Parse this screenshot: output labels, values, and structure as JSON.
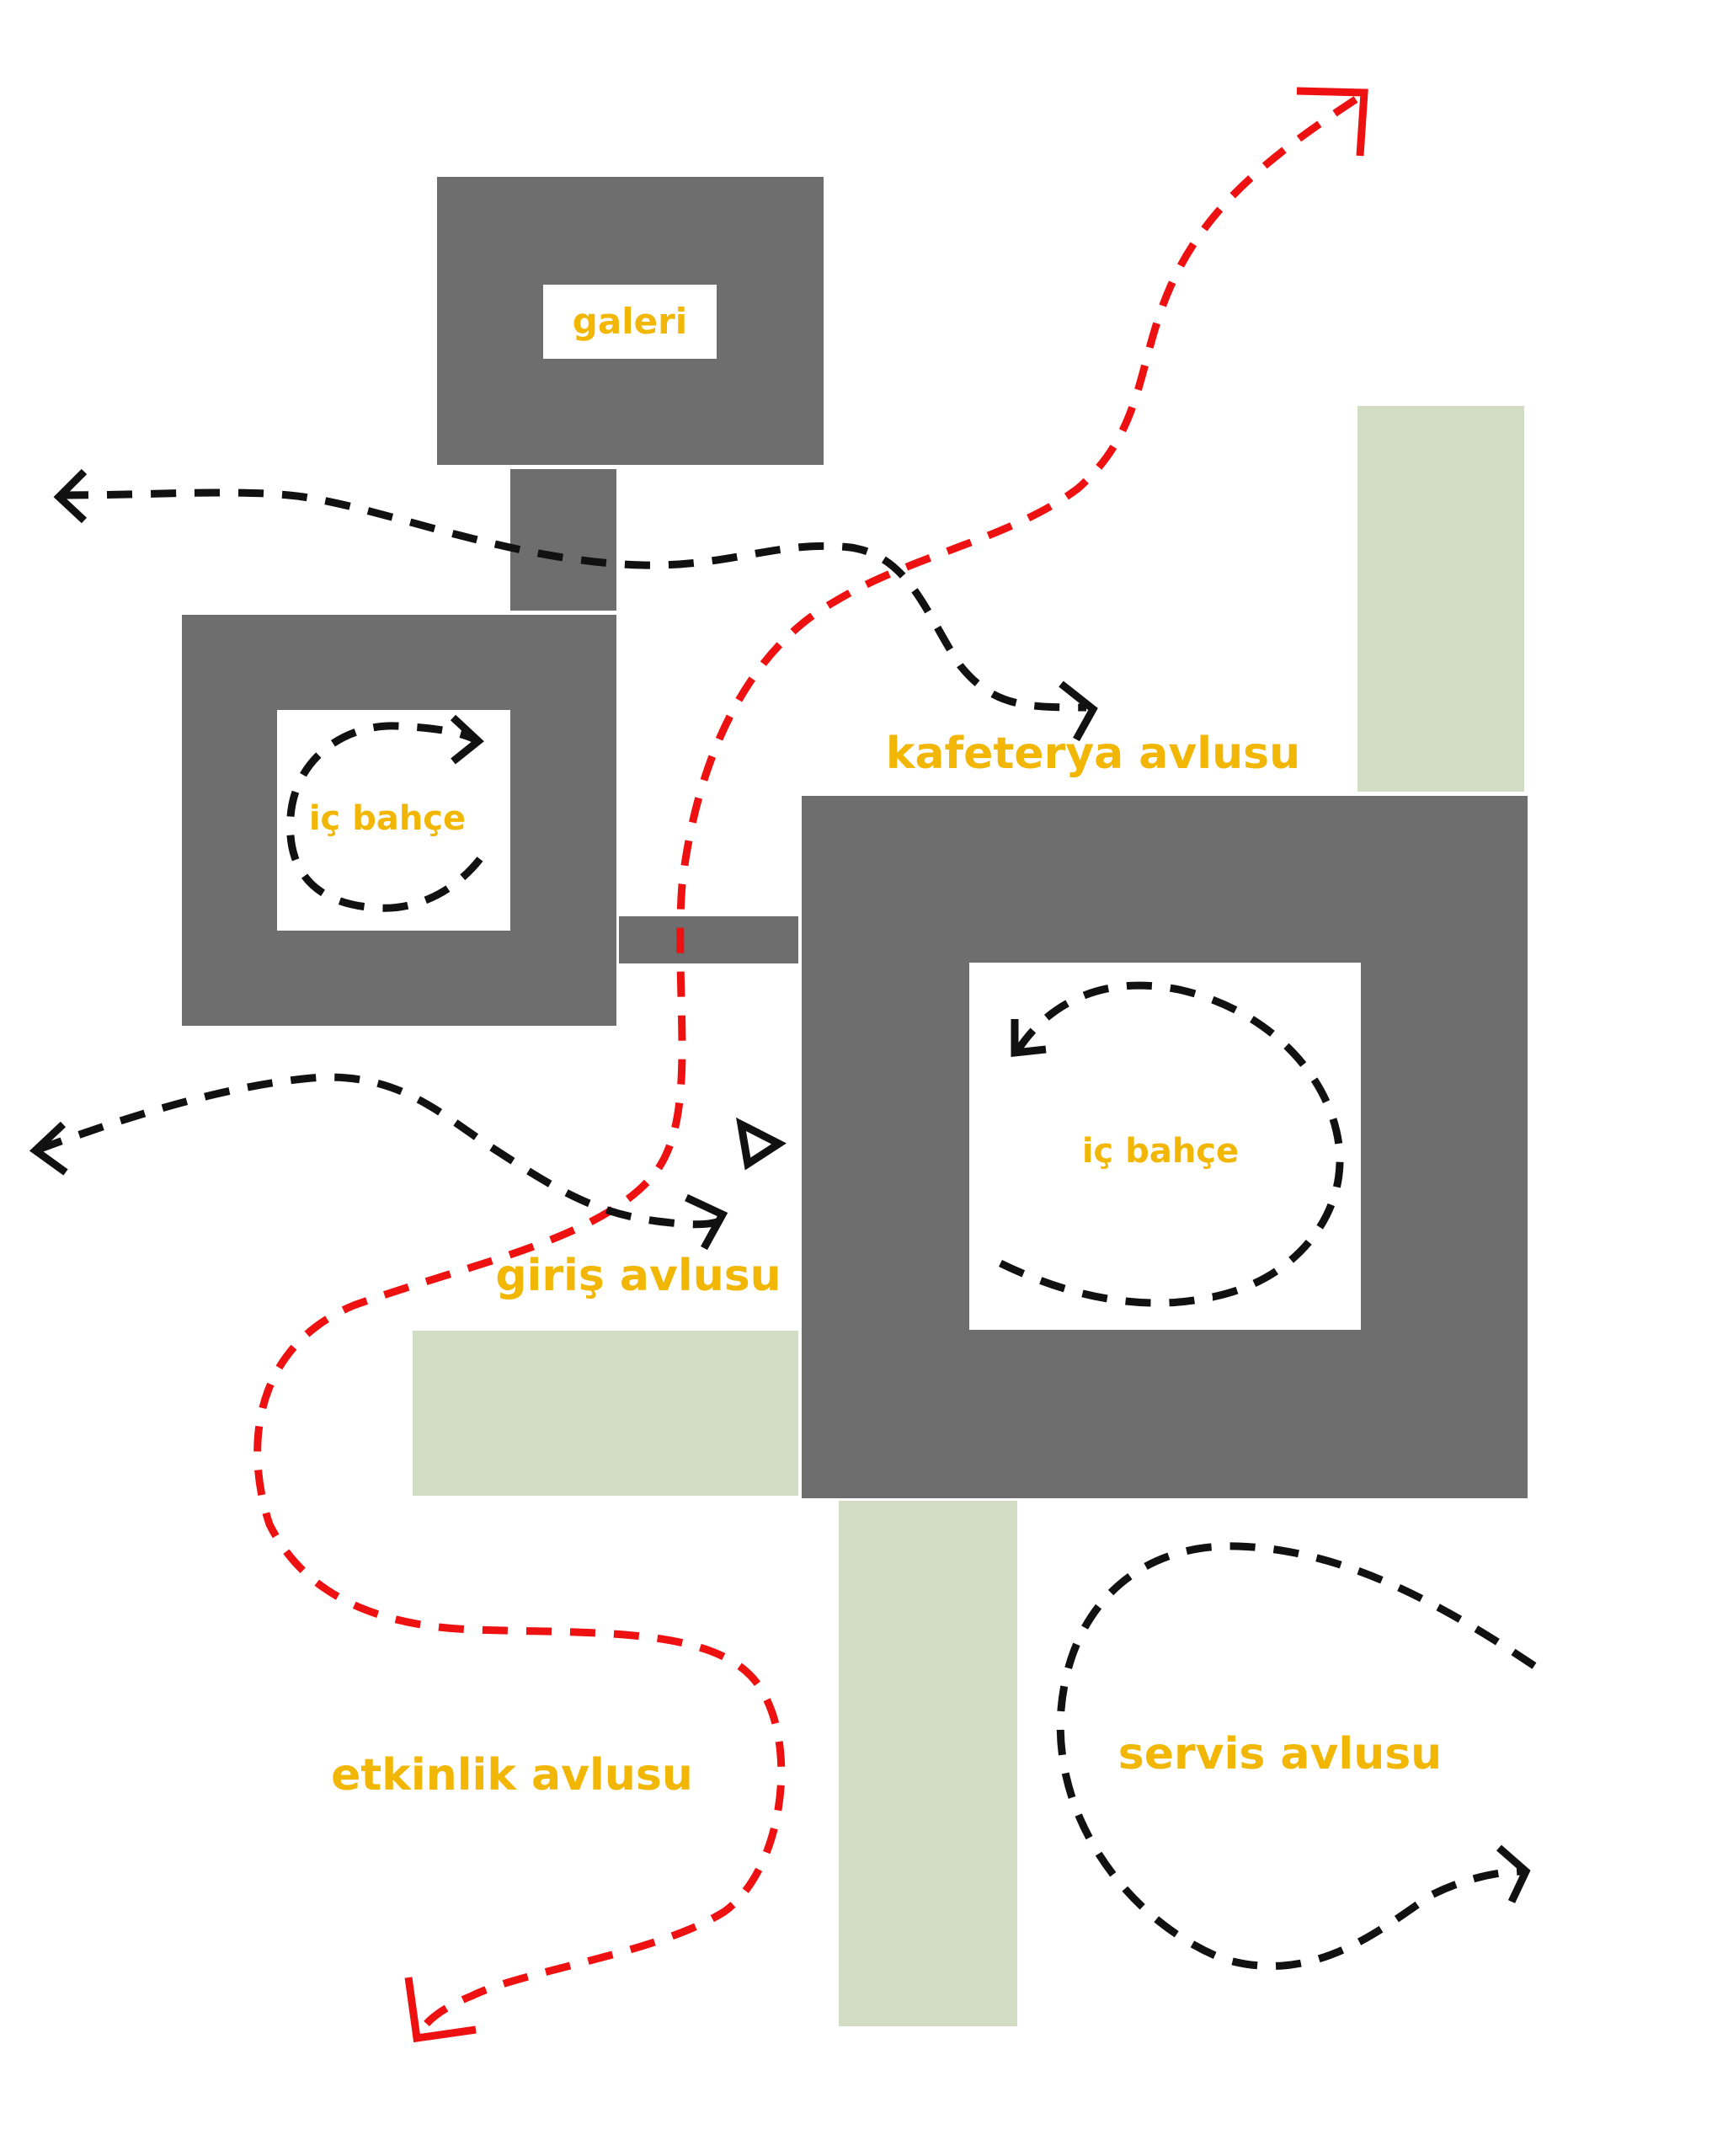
{
  "colors": {
    "building": "#6e6e6e",
    "green_area": "#d3ddc6",
    "label": "#f2b705",
    "main_path": "#ee1111",
    "secondary_path": "#111111"
  },
  "labels": {
    "galeri": "galeri",
    "ic_bahce_left": "iç bahçe",
    "ic_bahce_right": "iç bahçe",
    "kafeterya_avlusu": "kafeterya avlusu",
    "giris_avlusu": "giriş avlusu",
    "etkinlik_avlusu": "etkinlik avlusu",
    "servis_avlusu": "servis avlusu"
  },
  "icons": {
    "entrance": "entrance-triangle-icon"
  }
}
